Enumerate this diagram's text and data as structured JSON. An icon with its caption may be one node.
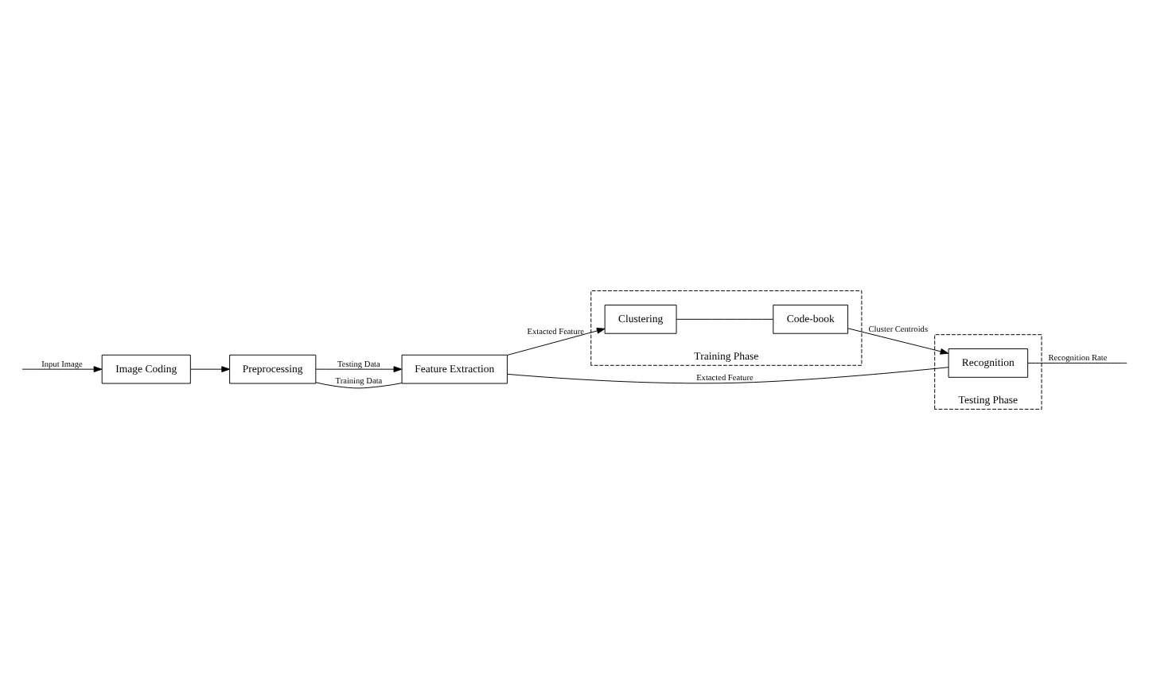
{
  "diagram": {
    "nodes": [
      {
        "text": [
          "Preprocessing"
        ]
      },
      {
        "text": [
          "Image Coding"
        ]
      },
      {
        "text": [
          "Feature Extraction"
        ]
      },
      {
        "text": [
          "Testing Phase"
        ]
      },
      {
        "text": [
          "Recognition"
        ],
        "in": 3
      },
      {
        "text": [
          "Training Phase"
        ]
      },
      {
        "text": [
          "Clustering"
        ],
        "in": 5
      },
      {
        "text": [
          "Code-book"
        ],
        "in": 5
      }
    ],
    "edges": [
      {
        "from": null,
        "to": 1,
        "arrow": "to",
        "label": "Input Image"
      },
      {
        "from": 1,
        "to": 0,
        "arrow": "to"
      },
      {
        "from": 0,
        "to": 2,
        "arrow": "to",
        "label": "Testing Data"
      },
      {
        "from": 0,
        "to": 2,
        "arrow": "none",
        "label": "Training Data"
      },
      {
        "from": 2,
        "to": 4,
        "arrow": "none",
        "label": "Extacted Feature"
      },
      {
        "from": 4,
        "to": null,
        "arrow": "none",
        "label": "Recognition Rate"
      },
      {
        "from": 2,
        "to": 6,
        "arrow": "to",
        "label": "Extacted Feature"
      },
      {
        "from": 6,
        "to": 7,
        "arrow": "none"
      },
      {
        "from": 7,
        "to": 4,
        "arrow": "to",
        "label": "Cluster Centroids"
      }
    ]
  }
}
